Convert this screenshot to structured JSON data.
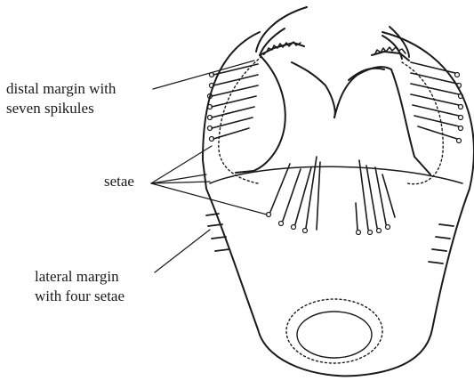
{
  "labels": {
    "distal": [
      "distal margin with",
      "seven spikules"
    ],
    "setae": "setae",
    "lateral": [
      "lateral margin",
      "with four setae"
    ]
  },
  "colors": {
    "ink": "#1a1a1a",
    "background": "#ffffff"
  }
}
